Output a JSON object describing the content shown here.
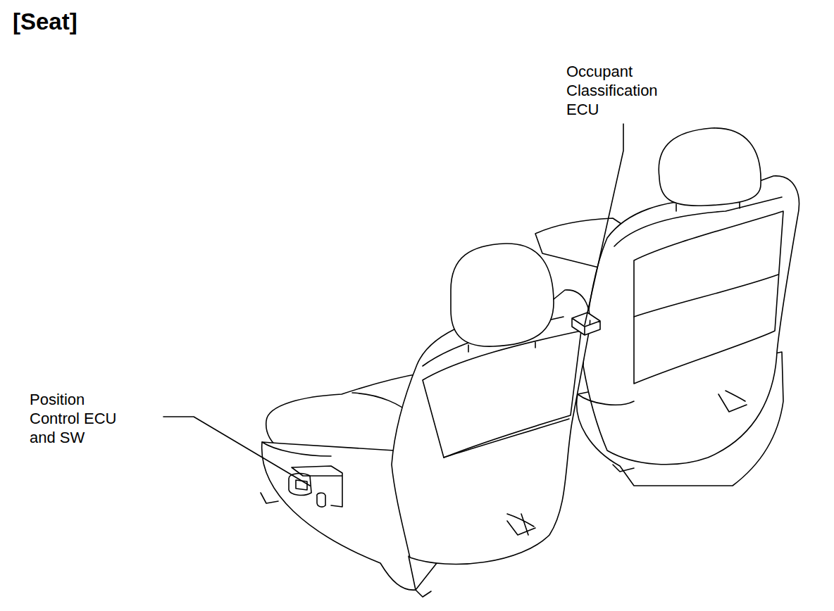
{
  "diagram": {
    "title": "[Seat]",
    "labels": [
      "Occupant Classification ECU",
      "Position Control ECU and SW"
    ]
  }
}
